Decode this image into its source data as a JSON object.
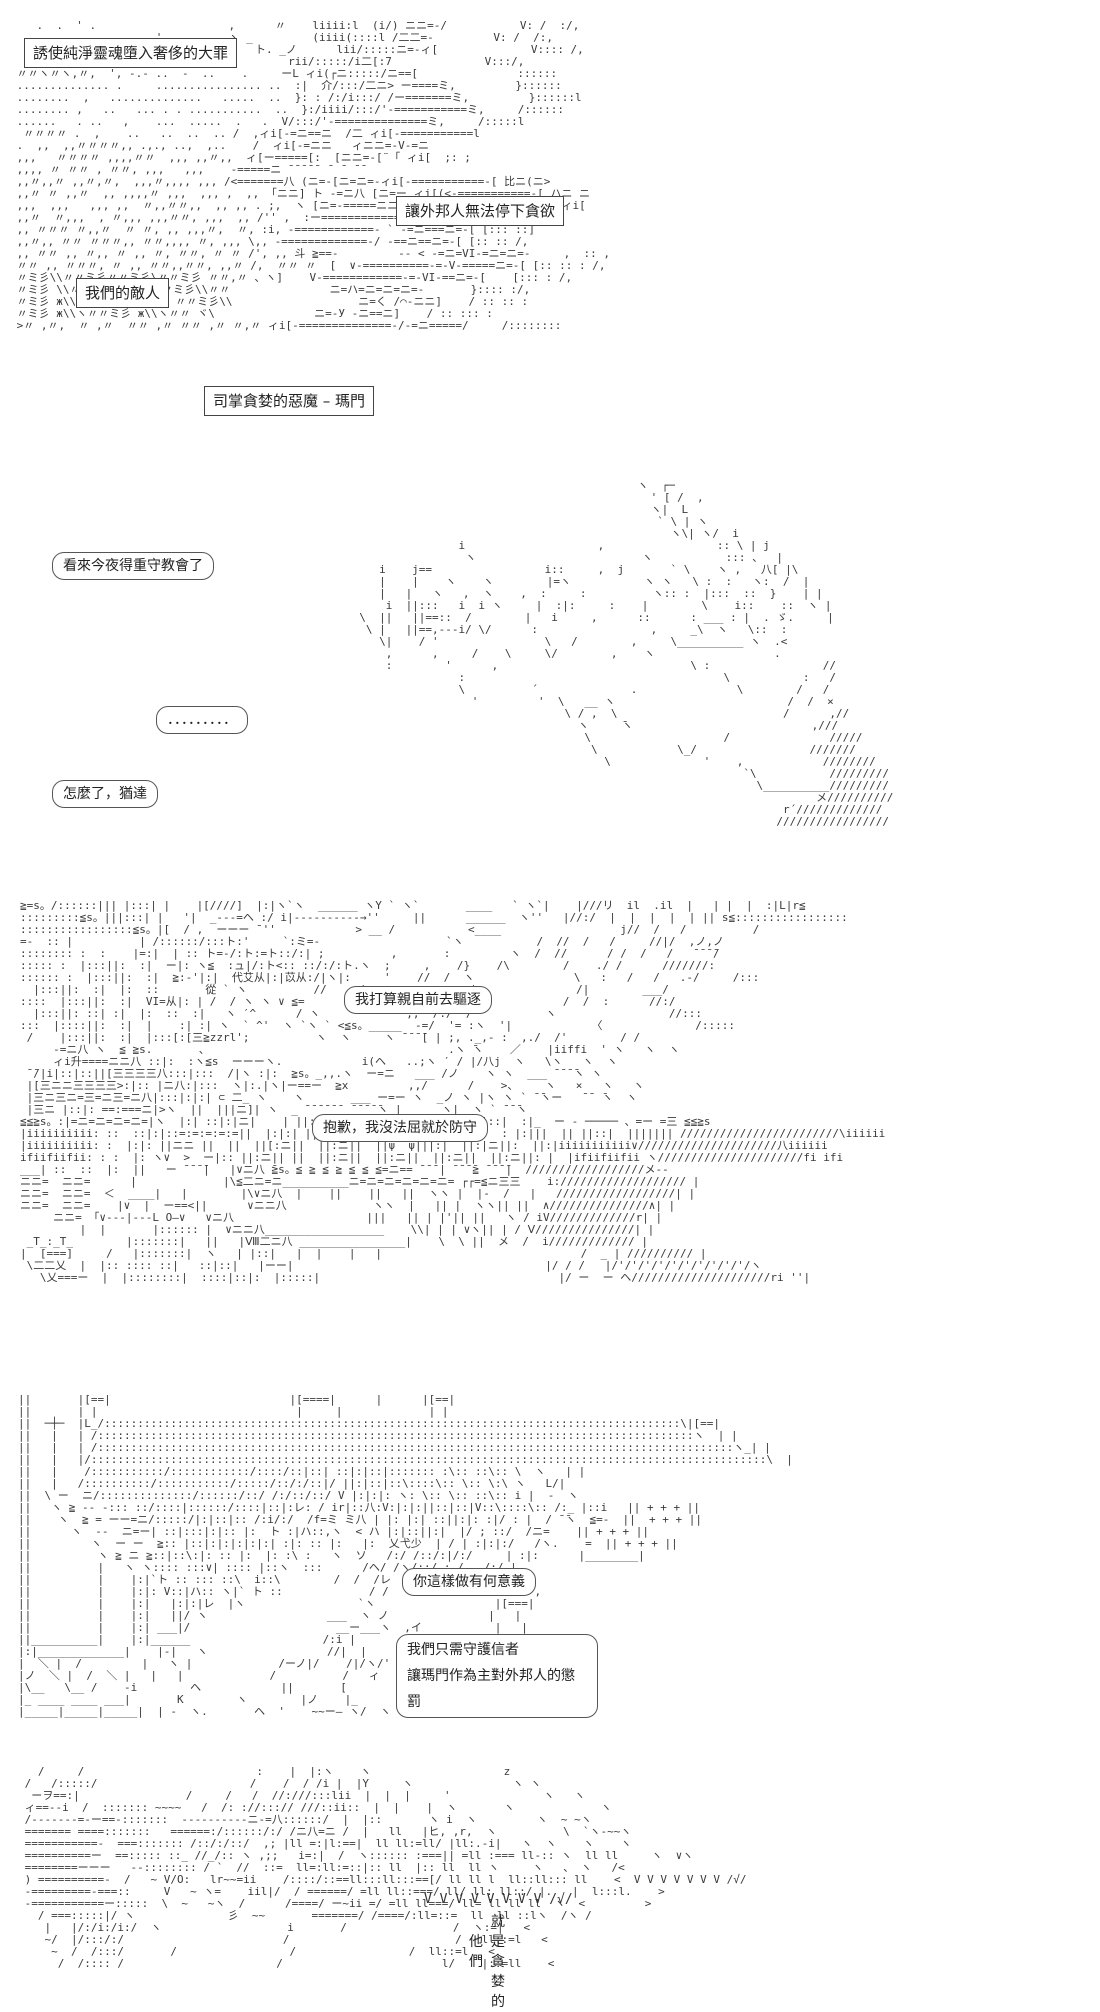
{
  "panels": [
    {
      "captions": [
        "誘使純淨靈魂墮入奢侈的大罪",
        "讓外邦人無法停下貪欲",
        "我們的敵人",
        "司掌貪婪的惡魔 – 瑪門"
      ]
    },
    {
      "bubbles": [
        "看來今夜得重守教會了",
        "．．．．．．．．．",
        "怎麼了，猶達"
      ]
    },
    {
      "bubbles": [
        "我打算親自前去驅逐",
        "抱歉，我沒法屈就於防守"
      ]
    },
    {
      "bubbles": [
        "你這樣做有何意義",
        "我們只需守護信者",
        "讓瑪門作為主對外邦人的懲罰"
      ]
    },
    {
      "vertical_lines": [
        "就是貪婪的",
        "他們"
      ]
    }
  ]
}
